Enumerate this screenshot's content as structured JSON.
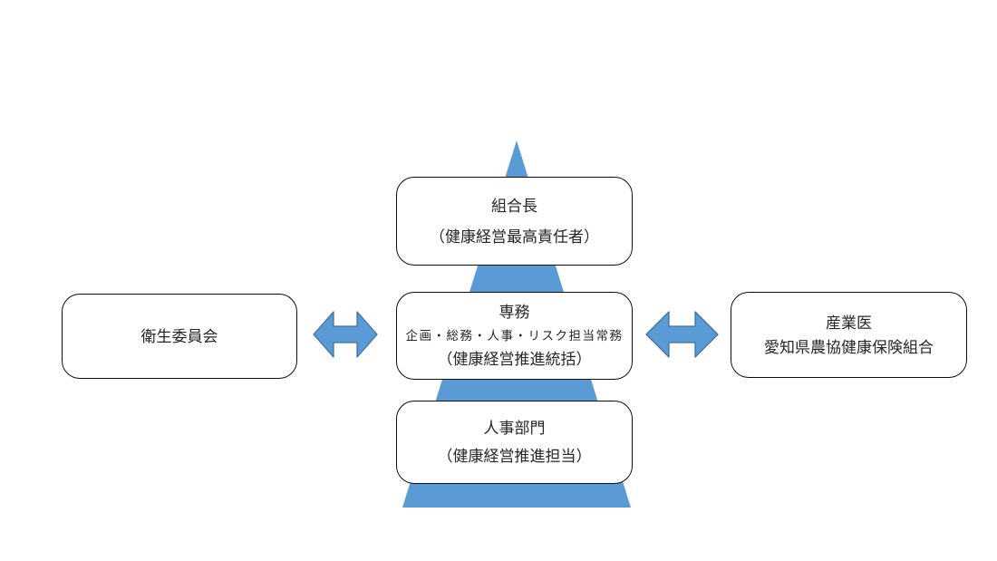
{
  "diagram": {
    "type": "org-structure-pyramid",
    "colors": {
      "shape_fill": "#5B9BD5",
      "shape_stroke": "#41719C",
      "box_border": "#0d0d0d",
      "text": "#262626",
      "background": "#ffffff"
    },
    "boxes": {
      "top": {
        "line1": "組合長",
        "line2": "（健康経営最高責任者）"
      },
      "middle": {
        "line1": "専務",
        "line2": "企画・総務・人事・リスク担当常務",
        "line3": "（健康経営推進統括）"
      },
      "bottom": {
        "line1": "人事部門",
        "line2": "（健康経営推進担当）"
      },
      "left": {
        "line1": "衛生委員会"
      },
      "right": {
        "line1": "産業医",
        "line2": "愛知県農協健康保険組合"
      }
    },
    "connectors": {
      "left_arrow": "double-headed horizontal arrow between 衛生委員会 and 専務",
      "right_arrow": "double-headed horizontal arrow between 専務 and 産業医"
    }
  }
}
